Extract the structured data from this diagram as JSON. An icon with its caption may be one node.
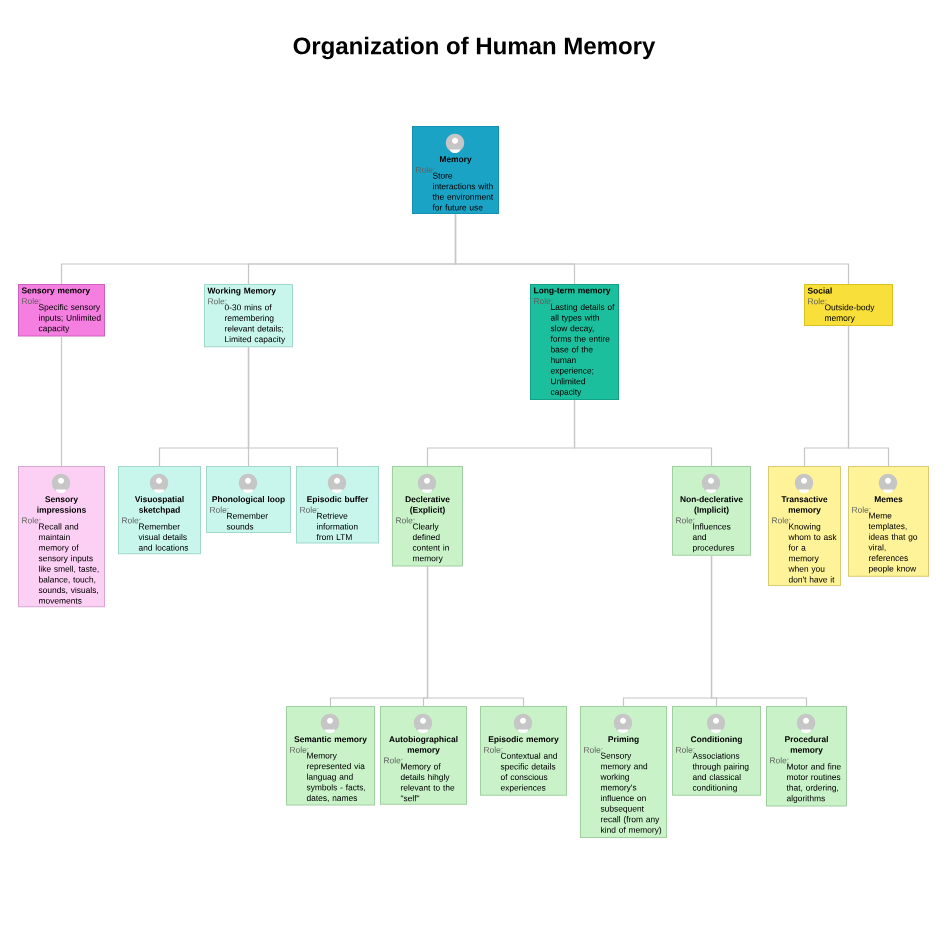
{
  "diagram": {
    "title": "Organization of Human Memory",
    "nodes": [
      {
        "text": [
          "Memory",
          "Role:",
          "Store interactions with the environment for future use"
        ]
      },
      {
        "text": [
          "Sensory memory",
          "Role:",
          "Specific sensory inputs; Unlimited capacity"
        ]
      },
      {
        "text": [
          "Working Memory",
          "Role:",
          "0-30 mins of remembering relevant details; Limited capacity"
        ]
      },
      {
        "text": [
          "Long-term memory",
          "Role:",
          "Lasting details of all types with slow decay, forms the entire base of the human experience; Unlimited capacity"
        ]
      },
      {
        "text": [
          "Social",
          "Role:",
          "Outside-body memory"
        ]
      },
      {
        "text": [
          "Sensory impressions",
          "Role:",
          "Recall and maintain memory of sensory inputs like smell, taste, balance, touch, sounds, visuals, movements"
        ]
      },
      {
        "text": [
          "Visuospatial sketchpad",
          "Role:",
          "Remember visual details and locations"
        ]
      },
      {
        "text": [
          "Phonological loop",
          "Role:",
          "Remember sounds"
        ]
      },
      {
        "text": [
          "Episodic buffer",
          "Role:",
          "Retrieve information from LTM"
        ]
      },
      {
        "text": [
          "Declerative (Explicit)",
          "Role:",
          "Clearly defined content in memory"
        ]
      },
      {
        "text": [
          "Non-declerative (Implicit)",
          "Role:",
          "Influences and procedures"
        ]
      },
      {
        "text": [
          "Transactive memory",
          "Role:",
          "Knowing whom to ask for a memory when you don't have it"
        ]
      },
      {
        "text": [
          "Memes",
          "Role:",
          "Meme templates, ideas that go viral, references people know"
        ]
      },
      {
        "text": [
          "Semantic memory",
          "Role:",
          "Memory represented via languag and symbols - facts, dates, names"
        ]
      },
      {
        "text": [
          "Autobiographical memory",
          "Role:",
          "Memory of details hihgly relevant to the \"self\""
        ]
      },
      {
        "text": [
          "Episodic memory",
          "Role:",
          "Contextual and specific details of conscious experiences"
        ]
      },
      {
        "text": [
          "Priming",
          "Role:",
          "Sensory memory and working memory's influence on subsequent recall (from any kind of memory)"
        ]
      },
      {
        "text": [
          "Conditioning",
          "Role:",
          "Associations through pairing and classical conditioning"
        ]
      },
      {
        "text": [
          "Procedural memory",
          "Role:",
          "Motor and fine motor routines that, ordering, algorithms"
        ]
      }
    ],
    "edges": [
      {
        "from": 0,
        "to": 1,
        "arrow": "none"
      },
      {
        "from": 0,
        "to": 2,
        "arrow": "none"
      },
      {
        "from": 0,
        "to": 3,
        "arrow": "none"
      },
      {
        "from": 0,
        "to": 4,
        "arrow": "none"
      },
      {
        "from": 1,
        "to": 5,
        "arrow": "none"
      },
      {
        "from": 2,
        "to": 6,
        "arrow": "none"
      },
      {
        "from": 2,
        "to": 7,
        "arrow": "none"
      },
      {
        "from": 2,
        "to": 8,
        "arrow": "none"
      },
      {
        "from": 3,
        "to": 9,
        "arrow": "none"
      },
      {
        "from": 3,
        "to": 10,
        "arrow": "none"
      },
      {
        "from": 4,
        "to": 11,
        "arrow": "none"
      },
      {
        "from": 4,
        "to": 12,
        "arrow": "none"
      },
      {
        "from": 9,
        "to": 13,
        "arrow": "none"
      },
      {
        "from": 9,
        "to": 14,
        "arrow": "none"
      },
      {
        "from": 9,
        "to": 15,
        "arrow": "none"
      },
      {
        "from": 10,
        "to": 16,
        "arrow": "none"
      },
      {
        "from": 10,
        "to": 17,
        "arrow": "none"
      },
      {
        "from": 10,
        "to": 18,
        "arrow": "none"
      }
    ]
  }
}
